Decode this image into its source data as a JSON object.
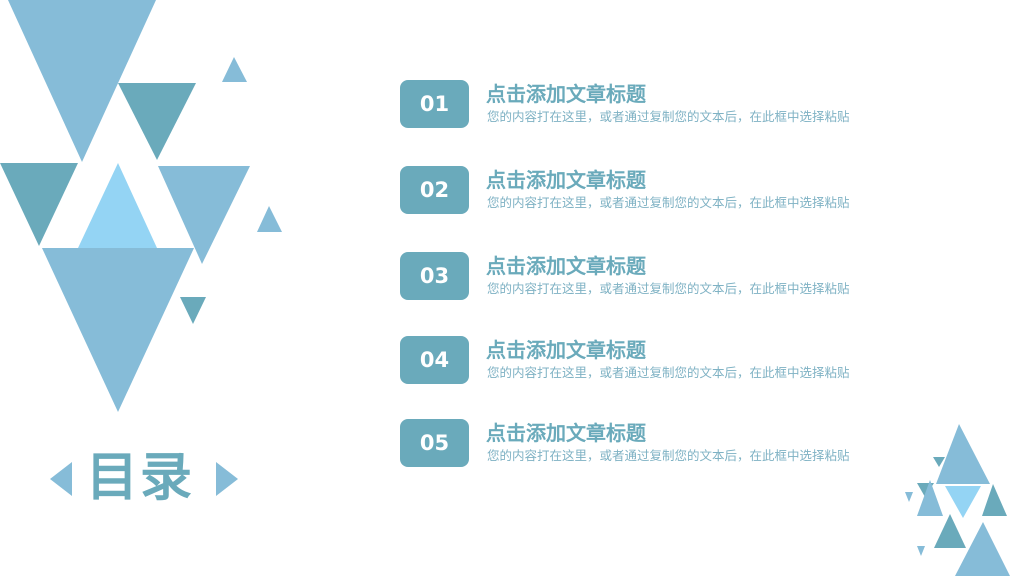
{
  "colors": {
    "accent": "#6aaabb",
    "badge": "#6aaabb",
    "triangle_light": "#86bcd8",
    "triangle_teal": "#6aaabb",
    "triangle_sky": "#94d4f4",
    "description_text": "#7fb2c4"
  },
  "heading": {
    "title": "目录",
    "left_arrow_icon": "caret-left-icon",
    "right_arrow_icon": "caret-right-icon"
  },
  "toc": {
    "items": [
      {
        "number": "01",
        "title": "点击添加文章标题",
        "description": "您的内容打在这里，或者通过复制您的文本后，在此框中选择粘贴"
      },
      {
        "number": "02",
        "title": "点击添加文章标题",
        "description": "您的内容打在这里，或者通过复制您的文本后，在此框中选择粘贴"
      },
      {
        "number": "03",
        "title": "点击添加文章标题",
        "description": "您的内容打在这里，或者通过复制您的文本后，在此框中选择粘贴"
      },
      {
        "number": "04",
        "title": "点击添加文章标题",
        "description": "您的内容打在这里，或者通过复制您的文本后，在此框中选择粘贴"
      },
      {
        "number": "05",
        "title": "点击添加文章标题",
        "description": "您的内容打在这里，或者通过复制您的文本后，在此框中选择粘贴"
      }
    ]
  }
}
